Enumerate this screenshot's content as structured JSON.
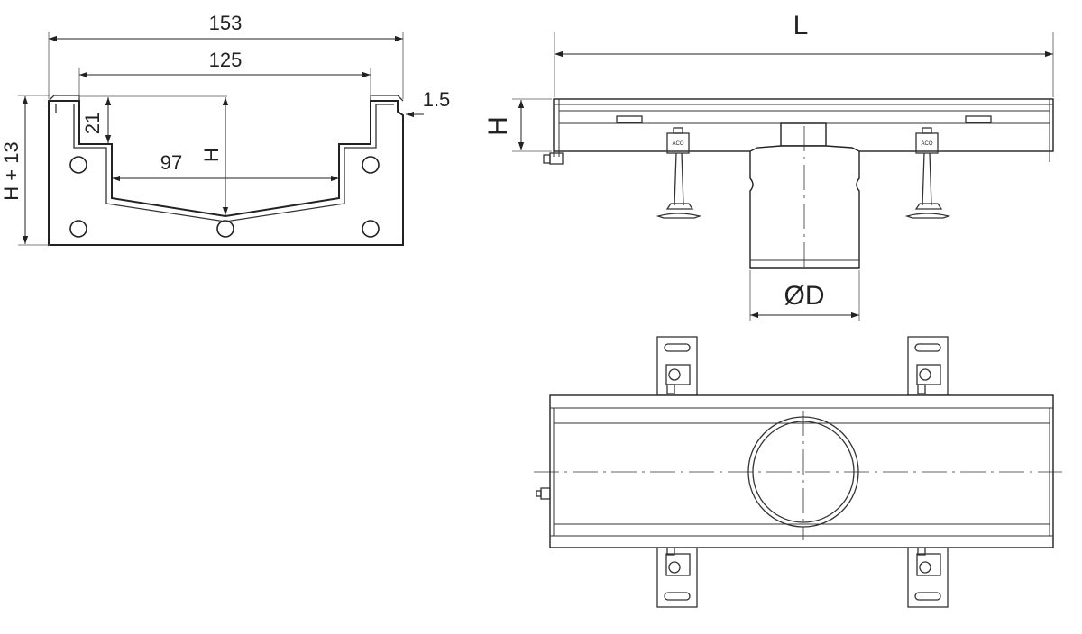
{
  "section_view": {
    "dim_overall_width": "153",
    "dim_inner_width": "125",
    "dim_step_height": "21",
    "dim_bottom_width": "97",
    "dim_height": "H",
    "dim_total_height": "H + 13",
    "dim_thickness": "1.5"
  },
  "side_view": {
    "dim_length": "L",
    "dim_height": "H",
    "dim_outlet_diameter": "ØD",
    "bracket_marking_left": "ACO",
    "bracket_marking_right": "ACO"
  },
  "top_view": {}
}
